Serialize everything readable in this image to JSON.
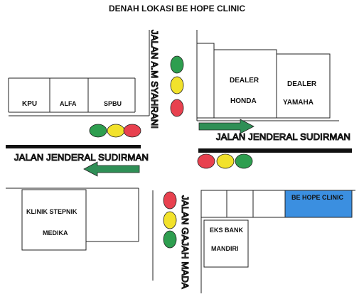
{
  "title": "DENAH  LOKASI BE HOPE CLINIC",
  "roads": {
    "jalan_jenderal_sudirman_east": "JALAN JENDERAL SUDIRMAN",
    "jalan_jenderal_sudirman_west": "JALAN JENDERAL SUDIRMAN",
    "jalan_am_syahrani": "JALAN A.M SYAHRANI",
    "jalan_gajah_mada": "JALAN GAJAH MADA"
  },
  "buildings": {
    "kpu": "KPU",
    "alfa": "ALFA",
    "spbu": "SPBU",
    "dealer_honda_line1": "DEALER",
    "dealer_honda_line2": "HONDA",
    "dealer_yamaha_line1": "DEALER",
    "dealer_yamaha_line2": "YAMAHA",
    "klinik_line1": "KLINIK STEPNIK",
    "klinik_line2": "MEDIKA",
    "eks_bank_line1": "EKS BANK",
    "eks_bank_line2": "MANDIRI",
    "be_hope_clinic": "BE HOPE CLINIC"
  },
  "colors": {
    "traffic_green": "#2e9e4f",
    "traffic_yellow": "#f2e22b",
    "traffic_red": "#e8414f",
    "arrow_green": "#2f8f56",
    "clinic_blue": "#3b8fe0",
    "road_bar": "#111111"
  }
}
